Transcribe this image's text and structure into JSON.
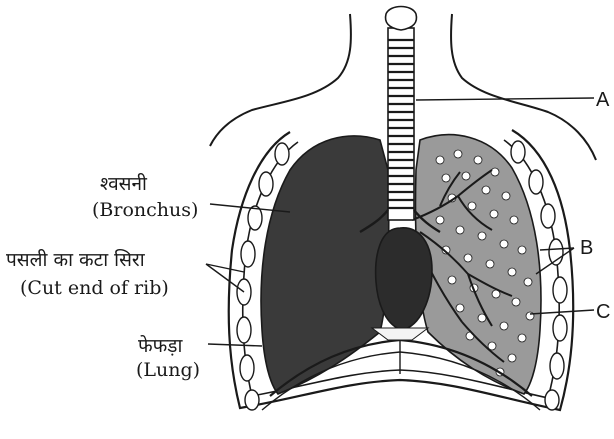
{
  "diagram": {
    "labels": {
      "bronchus_hi": "श्वसनी",
      "bronchus_en": "(Bronchus)",
      "rib_hi": "पसली का कटा सिरा",
      "rib_en": "(Cut end of rib)",
      "lung_hi": "फेफड़ा",
      "lung_en": "(Lung)",
      "A": "A",
      "B": "B",
      "C": "C"
    },
    "colors": {
      "ink": "#1a1a1a",
      "lung_dark": "#3a3a3a",
      "cavity": "#f4f4f4",
      "paper": "#ffffff"
    }
  }
}
